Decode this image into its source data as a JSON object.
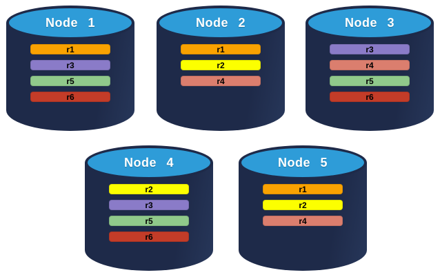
{
  "diagram": {
    "background_color": "#FFFFFF",
    "cylinder_body_color": "#1E2A49",
    "cylinder_top_color": "#2E9CD8",
    "replica_colors": {
      "r1": "#F9A201",
      "r2": "#FCFF00",
      "r3": "#8A7BC8",
      "r4": "#DB7E6E",
      "r5": "#90C98B",
      "r6": "#C33C28"
    }
  },
  "nodes": [
    {
      "label": "Node 1",
      "replicas": [
        {
          "label": "r1",
          "color": "#F9A201"
        },
        {
          "label": "r3",
          "color": "#8A7BC8"
        },
        {
          "label": "r5",
          "color": "#90C98B"
        },
        {
          "label": "r6",
          "color": "#C33C28"
        }
      ]
    },
    {
      "label": "Node 2",
      "replicas": [
        {
          "label": "r1",
          "color": "#F9A201"
        },
        {
          "label": "r2",
          "color": "#FCFF00"
        },
        {
          "label": "r4",
          "color": "#DB7E6E"
        }
      ]
    },
    {
      "label": "Node 3",
      "replicas": [
        {
          "label": "r3",
          "color": "#8A7BC8"
        },
        {
          "label": "r4",
          "color": "#DB7E6E"
        },
        {
          "label": "r5",
          "color": "#90C98B"
        },
        {
          "label": "r6",
          "color": "#C33C28"
        }
      ]
    },
    {
      "label": "Node 4",
      "replicas": [
        {
          "label": "r2",
          "color": "#FCFF00"
        },
        {
          "label": "r3",
          "color": "#8A7BC8"
        },
        {
          "label": "r5",
          "color": "#90C98B"
        },
        {
          "label": "r6",
          "color": "#C33C28"
        }
      ]
    },
    {
      "label": "Node 5",
      "replicas": [
        {
          "label": "r1",
          "color": "#F9A201"
        },
        {
          "label": "r2",
          "color": "#FCFF00"
        },
        {
          "label": "r4",
          "color": "#DB7E6E"
        }
      ]
    }
  ]
}
